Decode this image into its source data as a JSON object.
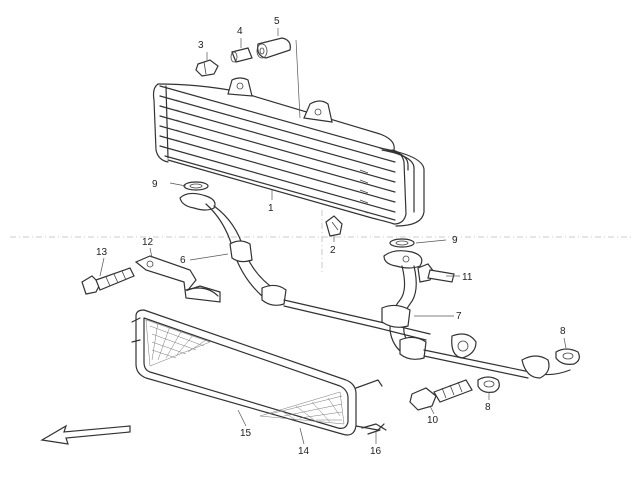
{
  "callouts": [
    {
      "id": "c1",
      "label": "1"
    },
    {
      "id": "c2",
      "label": "2"
    },
    {
      "id": "c3",
      "label": "3"
    },
    {
      "id": "c4",
      "label": "4"
    },
    {
      "id": "c5",
      "label": "5"
    },
    {
      "id": "c6",
      "label": "6"
    },
    {
      "id": "c7",
      "label": "7"
    },
    {
      "id": "c8a",
      "label": "8"
    },
    {
      "id": "c8b",
      "label": "8"
    },
    {
      "id": "c9a",
      "label": "9"
    },
    {
      "id": "c9b",
      "label": "9"
    },
    {
      "id": "c10",
      "label": "10"
    },
    {
      "id": "c11",
      "label": "11"
    },
    {
      "id": "c12",
      "label": "12"
    },
    {
      "id": "c13",
      "label": "13"
    },
    {
      "id": "c14",
      "label": "14"
    },
    {
      "id": "c15",
      "label": "15"
    },
    {
      "id": "c16",
      "label": "16"
    }
  ],
  "icons": {
    "direction_arrow": "front-direction-arrow-icon"
  }
}
